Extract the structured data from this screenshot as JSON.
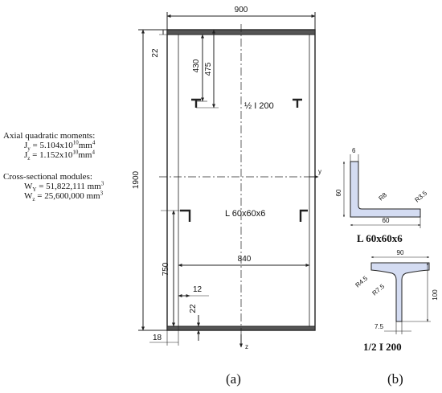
{
  "dims": {
    "width_900": "900",
    "height_1900": "1900",
    "d_22_top": "22",
    "d_430": "430",
    "d_475": "475",
    "d_840": "840",
    "d_750": "750",
    "d_12": "12",
    "d_22_bottom": "22",
    "d_18": "18"
  },
  "labels": {
    "half_i200": "½  I 200",
    "l_section": "L 60x60x6",
    "axis_y": "y",
    "axis_z": "z"
  },
  "properties": {
    "quadratic_heading": "Axial quadratic moments:",
    "jy_sym": "J",
    "jy_sub": "y",
    "jy_val": " = 5.104x10",
    "jy_exp": "10",
    "jy_unit": "mm",
    "jy_unit_exp": "4",
    "jz_sym": "J",
    "jz_sub": "z",
    "jz_val": " = 1.152x10",
    "jz_exp": "10",
    "jz_unit": "mm",
    "jz_unit_exp": "4",
    "modulus_heading": "Cross-sectional modules:",
    "wy_sym": "W",
    "wy_sub": "Y",
    "wy_val": " = 51,822,111 mm",
    "wy_exp": "3",
    "wz_sym": "W",
    "wz_sub": "z",
    "wz_val": " = 25,600,000 mm",
    "wz_exp": "3"
  },
  "angle_detail": {
    "d_6": "6",
    "d_60_v": "60",
    "r_8": "R8",
    "r_3_5": "R3.5",
    "d_60_h": "60",
    "title": "L 60x60x6"
  },
  "tee_detail": {
    "d_90": "90",
    "r_4_5": "R4.5",
    "r_7_5": "R7.5",
    "d_100": "100",
    "d_7_5": "7.5",
    "title": "1/2 I 200"
  },
  "captions": {
    "a": "(a)",
    "b": "(b)"
  },
  "colors": {
    "line": "#222222",
    "fill": "#d4dcf2",
    "text": "#111111"
  }
}
